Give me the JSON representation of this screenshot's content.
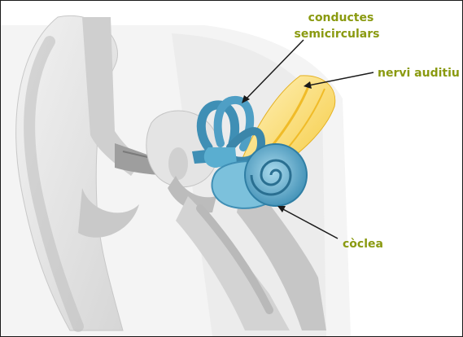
{
  "labels": {
    "semicircular_line1": "conductes",
    "semicircular_line2": "semicirculars",
    "auditory_nerve": "nervi auditiu",
    "cochlea": "còclea"
  },
  "colors": {
    "label_text": "#8a9a10",
    "inner_ear_blue": "#3f8fb5",
    "inner_ear_light": "#7cc1dc",
    "nerve_yellow": "#f7d65a",
    "outer_ear_gray": "#d9d9d9",
    "bone_gray": "#bfbfbf",
    "arrow": "#1a1a1a"
  }
}
